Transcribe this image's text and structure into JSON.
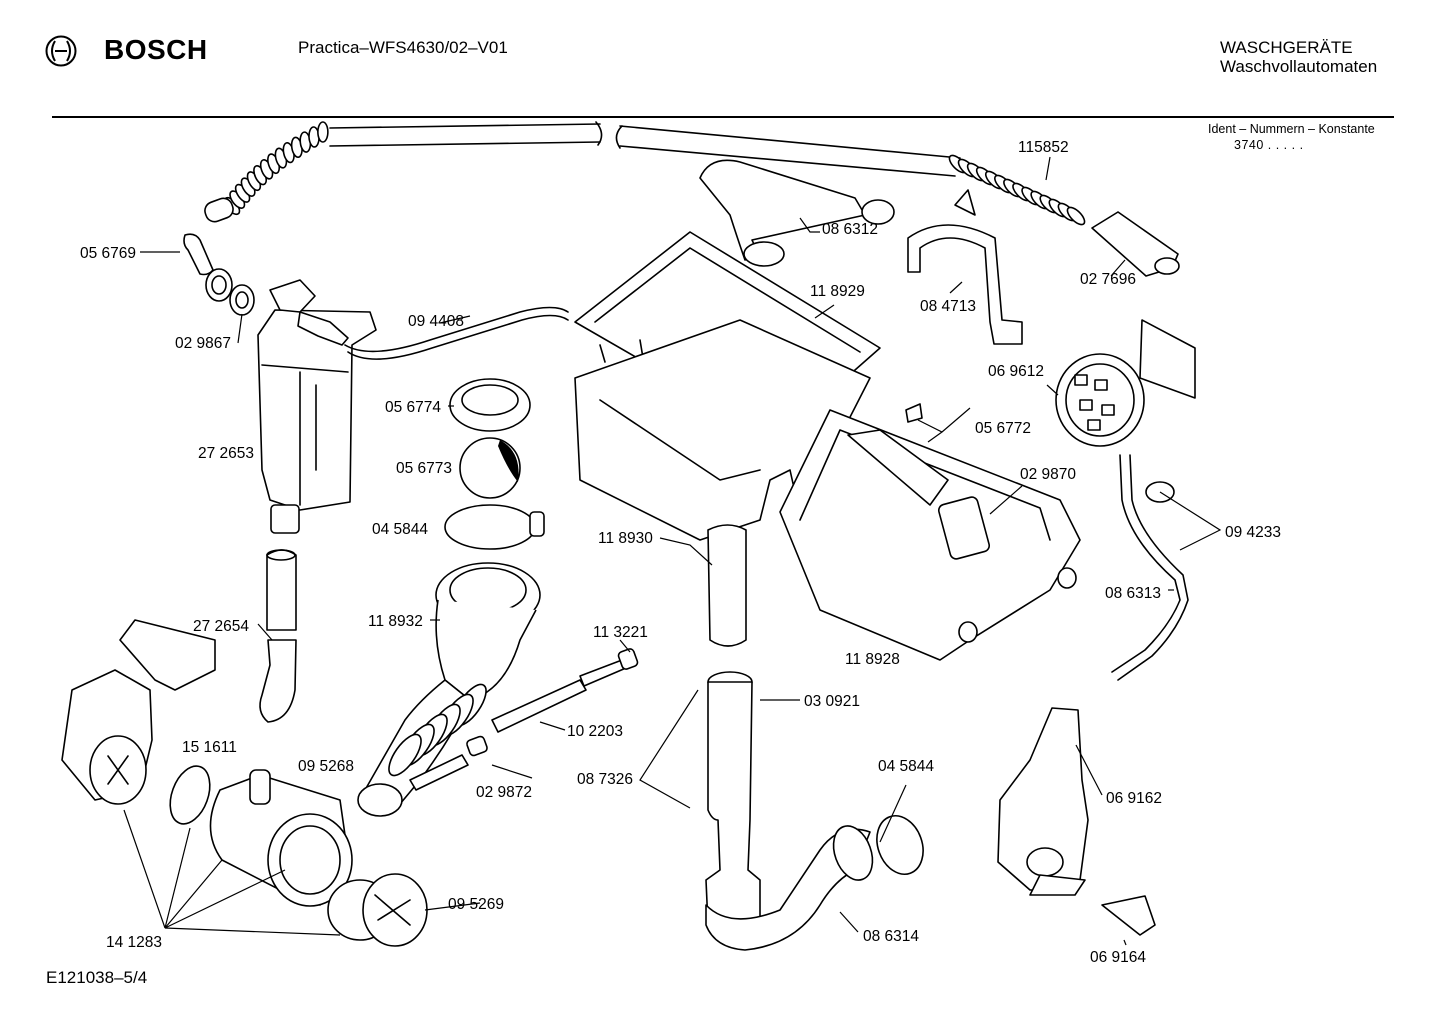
{
  "header": {
    "brand": "BOSCH",
    "model": "Practica–WFS4630/02–V01",
    "category": "WASCHGERÄTE",
    "subcategory": "Waschvollautomaten",
    "ident_label": "Ident – Nummern – Konstante",
    "ident_value": "3740  .  .  .  .  ."
  },
  "footer": {
    "drawing_number": "E121038–5/4"
  },
  "callouts": {
    "p115852": "115852",
    "p086312": "08 6312",
    "p056769": "05 6769",
    "p118929": "11 8929",
    "p084713": "08 4713",
    "p027696": "02 7696",
    "p029867": "02 9867",
    "p094408": "09 4408",
    "p069612": "06 9612",
    "p056774": "05 6774",
    "p056772": "05 6772",
    "p272653": "27 2653",
    "p056773": "05 6773",
    "p029870": "02 9870",
    "p045844a": "04 5844",
    "p094233": "09 4233",
    "p118930": "11 8930",
    "p118932": "11 8932",
    "p086313": "08 6313",
    "p272654": "27 2654",
    "p113221": "11 3221",
    "p118928": "11 8928",
    "p030921": "03 0921",
    "p102203": "10 2203",
    "p151611": "15 1611",
    "p095268": "09 5268",
    "p045844b": "04 5844",
    "p087326": "08 7326",
    "p029872": "02 9872",
    "p069162": "06 9162",
    "p095269": "09 5269",
    "p086314": "08 6314",
    "p141283": "14 1283",
    "p069164": "06 9164"
  }
}
